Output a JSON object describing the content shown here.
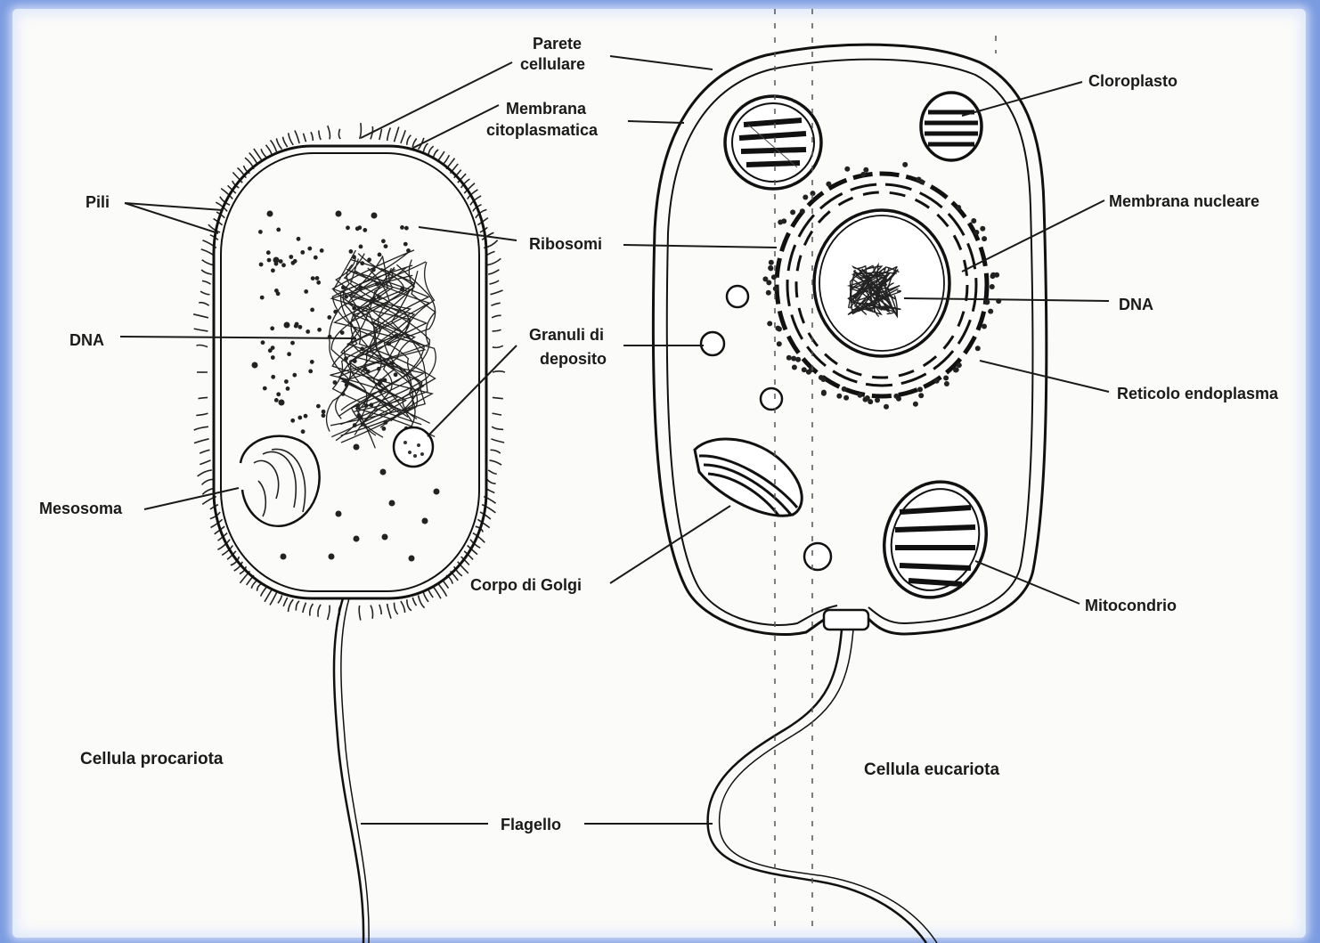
{
  "labels": {
    "parete": [
      "Parete",
      "cellulare"
    ],
    "membrana_cito": [
      "Membrana",
      "citoplasmatica"
    ],
    "pili": "Pili",
    "ribosomi": "Ribosomi",
    "dna_left": "DNA",
    "granuli": [
      "Granuli di",
      "deposito"
    ],
    "mesosoma": "Mesosoma",
    "corpo_golgi": "Corpo di Golgi",
    "flagello": "Flagello",
    "cloroplasto": "Cloroplasto",
    "membrana_nucleare": "Membrana nucleare",
    "dna_right": "DNA",
    "reticolo": "Reticolo endoplasma",
    "mitocondrio": "Mitocondrio"
  },
  "captions": {
    "procariota": "Cellula procariota",
    "eucariota": "Cellula eucariota"
  },
  "colors": {
    "frame": "#7b9be0",
    "paper": "#fbfbf9",
    "ink": "#1a1a1a"
  }
}
